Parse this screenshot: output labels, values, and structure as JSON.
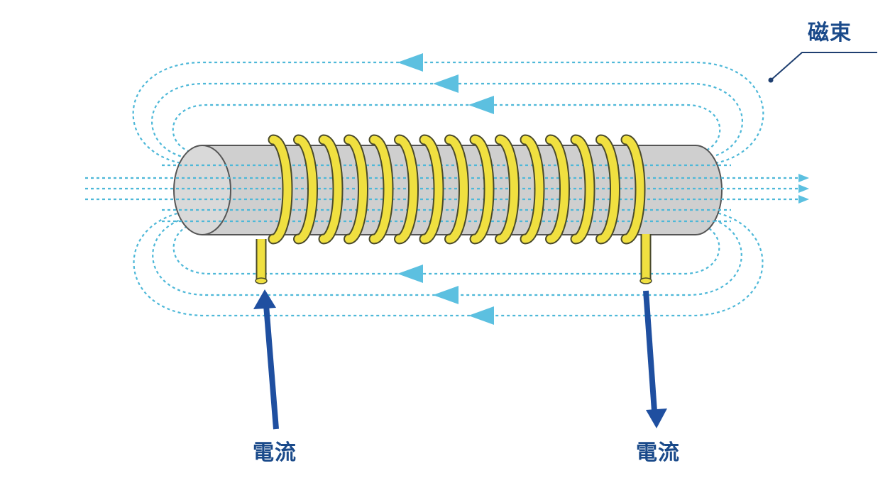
{
  "labels": {
    "flux": "磁束",
    "current_in": "電流",
    "current_out": "電流"
  },
  "colors": {
    "flux_line": "#4eb8d8",
    "flux_arrow": "#5cc0e0",
    "core_fill": "#cfcfcf",
    "core_stroke": "#555555",
    "coil": "#f0e040",
    "coil_stroke": "#4a4a2a",
    "current_arrow": "#1f4fa0",
    "label": "#1a4a8a"
  },
  "diagram": {
    "coil_turns": 15,
    "icons": [
      "flux-arrow-icon",
      "current-arrow-icon"
    ]
  }
}
